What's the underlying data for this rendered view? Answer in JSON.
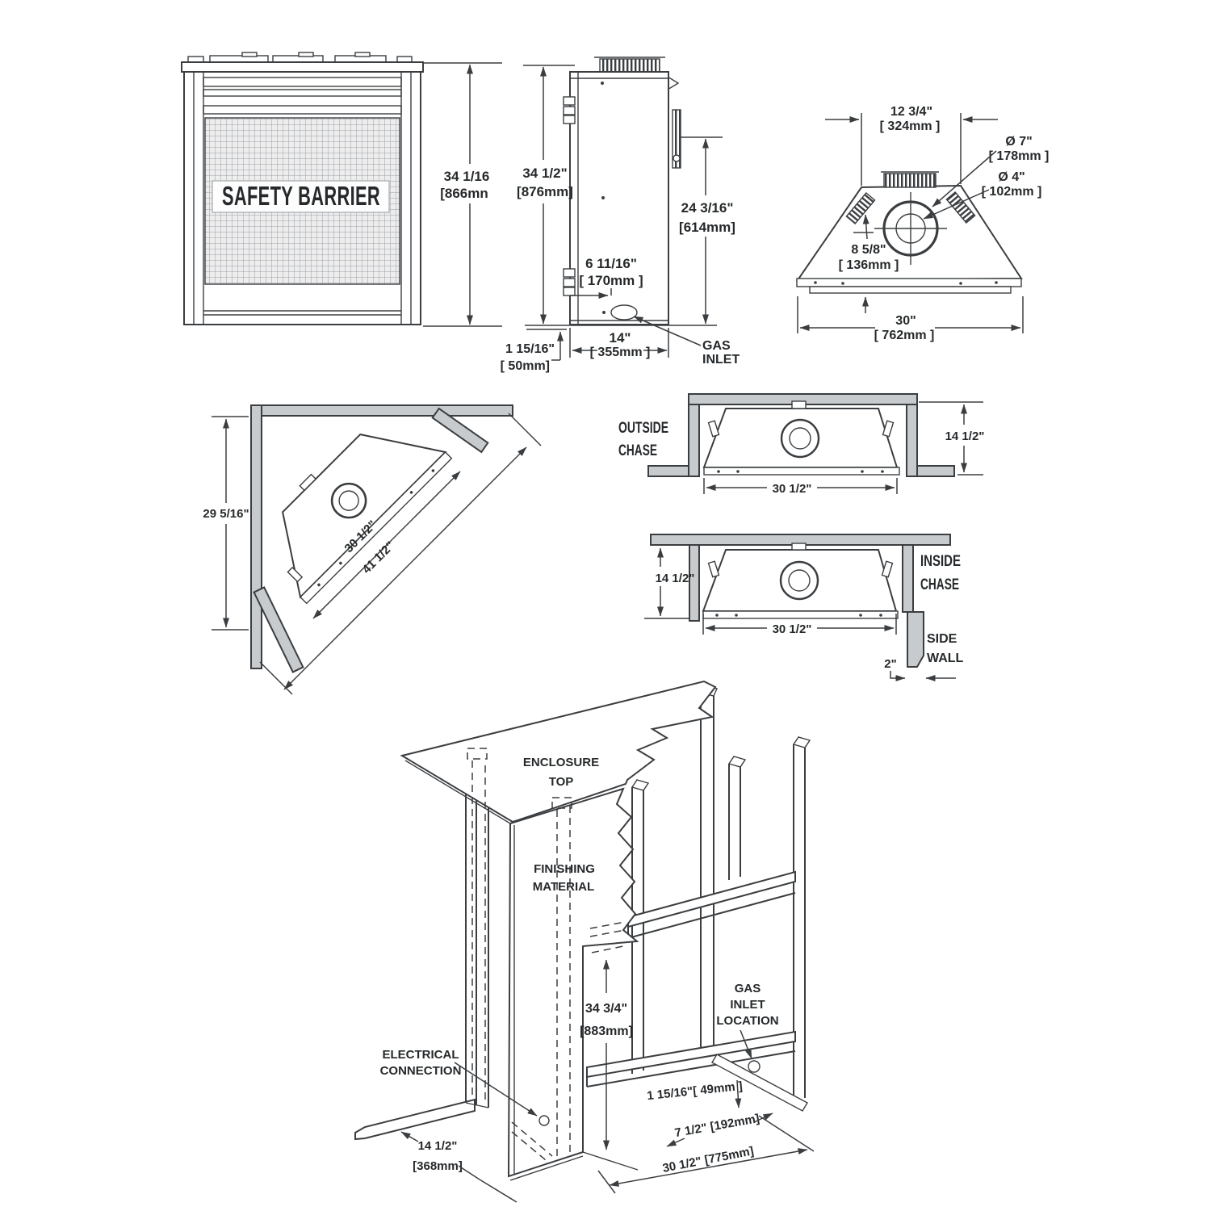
{
  "colors": {
    "line": "#3b3e41",
    "text": "#26292b",
    "wall_fill": "#c8cbcd",
    "mesh_fill": "#ededee"
  },
  "front_view": {
    "barrier_label": "SAFETY BARRIER",
    "height_in": "34 1/16",
    "height_mm": "[866mn"
  },
  "side_view": {
    "height_in": "34 1/2\"",
    "height_mm": "[876mm]",
    "flue_height_in": "24 3/16\"",
    "flue_height_mm": "[614mm]",
    "inlet_offset_in": "6 11/16\"",
    "inlet_offset_mm": "[ 170mm ]",
    "depth_in": "14\"",
    "depth_mm": "[ 355mm ]",
    "inlet_height_in": "1 15/16\"",
    "inlet_height_mm": "[ 50mm]",
    "gas_inlet_1": "GAS",
    "gas_inlet_2": "INLET"
  },
  "top_view": {
    "flue_center_in": "12 3/4\"",
    "flue_center_mm": "[ 324mm ]",
    "outer_flue_in": "Ø 7\"",
    "outer_flue_mm": "[ 178mm ]",
    "inner_flue_in": "Ø 4\"",
    "inner_flue_mm": "[ 102mm ]",
    "collar_in": "8 5/8\"",
    "collar_mm": "[ 136mm ]",
    "width_in": "30\"",
    "width_mm": "[ 762mm ]"
  },
  "corner_view": {
    "wall_length": "29 5/16\"",
    "unit_width": "30 1/2\"",
    "corner_width": "41 1/2\""
  },
  "outside_chase": {
    "label_1": "OUTSIDE",
    "label_2": "CHASE",
    "depth": "14 1/2\"",
    "width": "30 1/2\""
  },
  "inside_chase": {
    "label_1": "INSIDE",
    "label_2": "CHASE",
    "depth": "14 1/2\"",
    "width": "30 1/2\"",
    "side_wall_1": "SIDE",
    "side_wall_2": "WALL",
    "wall_gap": "2\""
  },
  "framing_view": {
    "enclosure_top_1": "ENCLOSURE",
    "enclosure_top_2": "TOP",
    "finishing_1": "FINISHING",
    "finishing_2": "MATERIAL",
    "electrical_1": "ELECTRICAL",
    "electrical_2": "CONNECTION",
    "gas_location_1": "GAS",
    "gas_location_2": "INLET",
    "gas_location_3": "LOCATION",
    "height_in": "34 3/4\"",
    "height_mm": "[883mm]",
    "gas_height": "1 15/16\"[ 49mm ]",
    "gas_depth": "7 1/2\" [192mm]",
    "width": "30 1/2\" [775mm]",
    "depth_in": "14 1/2\"",
    "depth_mm": "[368mm]"
  }
}
